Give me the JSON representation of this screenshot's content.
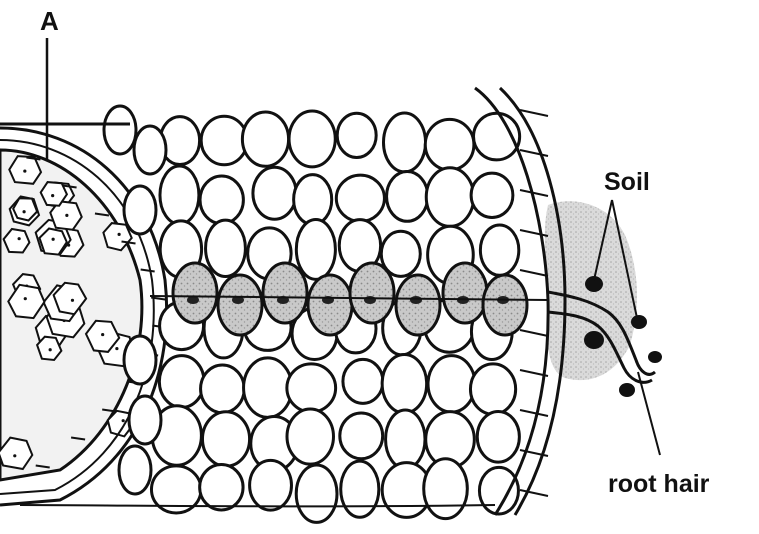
{
  "labels": {
    "a": "A",
    "soil": "Soil",
    "root_hair": "root hair"
  }
}
